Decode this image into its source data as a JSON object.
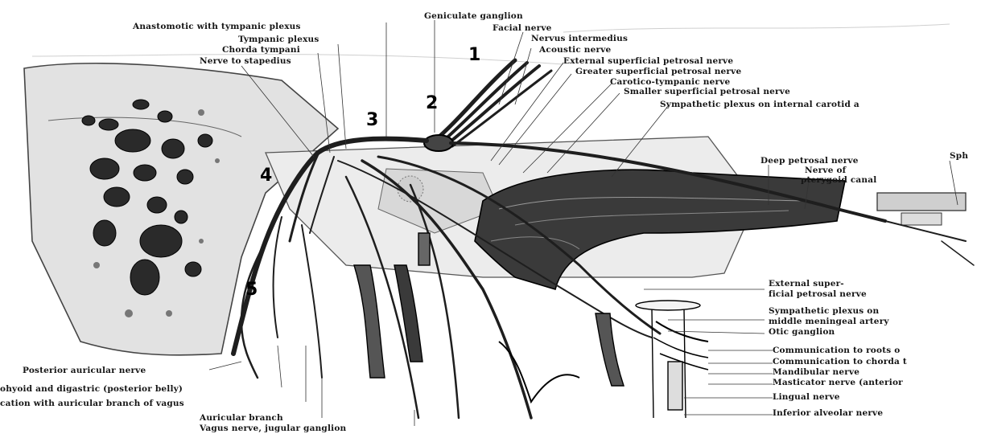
{
  "diagram": {
    "top_labels": [
      "Anastomotic with tympanic plexus",
      "Geniculate ganglion",
      "Facial nerve",
      "Nervus intermedius",
      "Acoustic nerve",
      "Tympanic plexus",
      "Chorda tympani",
      "Nerve to stapedius",
      "External superficial petrosal nerve",
      "Greater superficial petrosal nerve",
      "Carotico-tympanic nerve",
      "Smaller superficial petrosal nerve",
      "Sympathetic plexus on internal carotid a"
    ],
    "right_upper_labels": [
      "Deep petrosal nerve",
      "Nerve of",
      "pterygoid canal",
      "Sph"
    ],
    "right_lower_labels": [
      "External super-",
      "ficial petrosal nerve",
      "Sympathetic plexus on",
      "middle meningeal artery",
      "Otic ganglion",
      "Communication to roots o",
      "Communication to chorda t",
      "Mandibular nerve",
      "Masticator nerve (anterior",
      "Lingual nerve",
      "Inferior alveolar nerve"
    ],
    "bottom_left_labels": [
      "Posterior auricular nerve",
      "ohyoid and digastric (posterior belly)",
      "cation with auricular branch of vagus",
      "Auricular branch",
      "Vagus nerve, jugular ganglion"
    ],
    "markers": [
      "1",
      "2",
      "3",
      "4",
      "5"
    ]
  }
}
